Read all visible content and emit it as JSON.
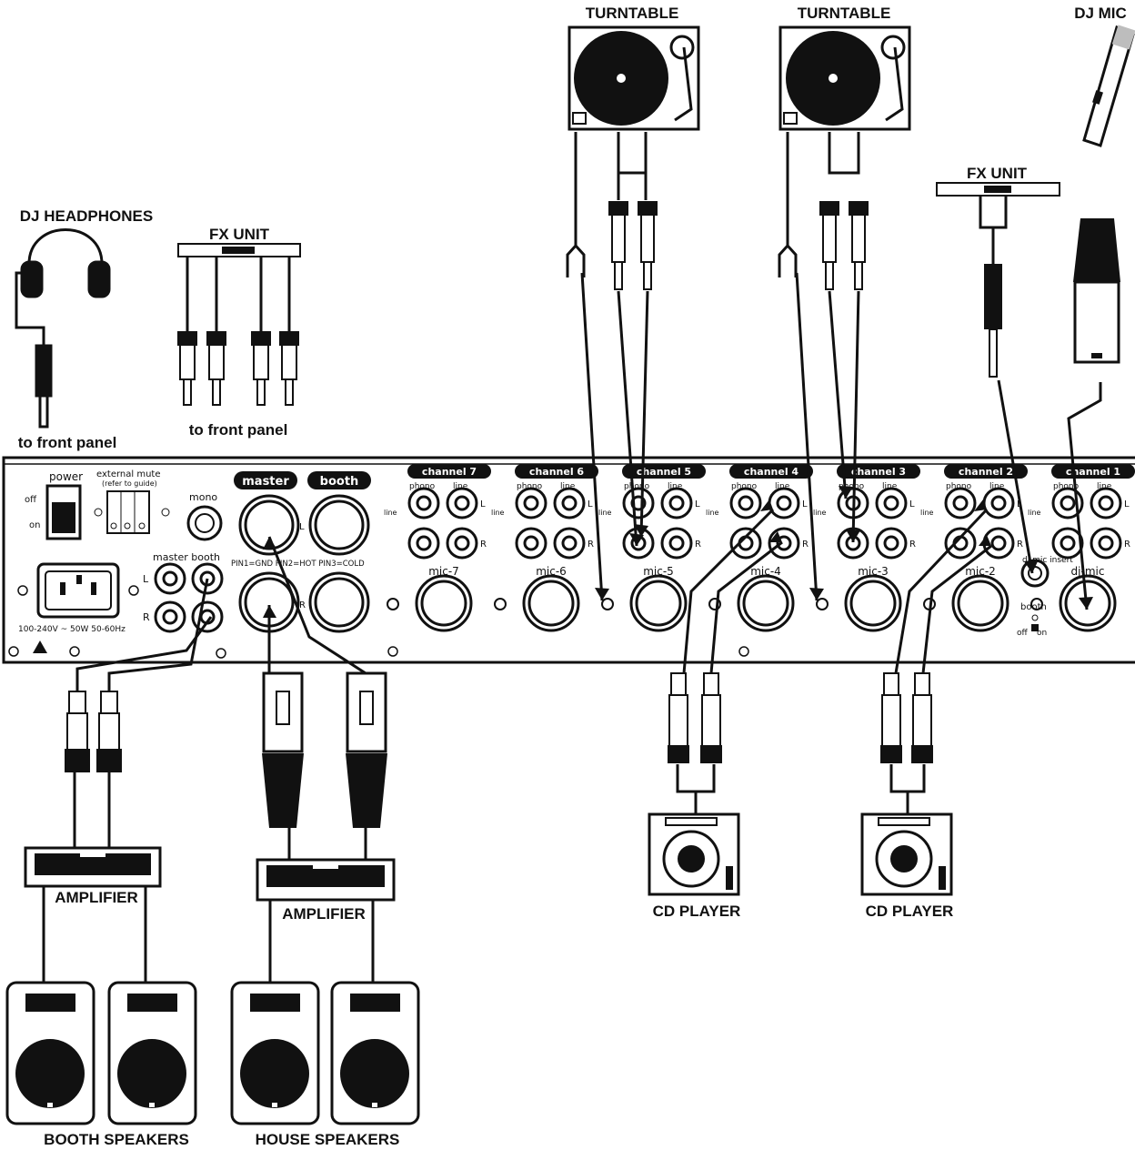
{
  "devices": {
    "turntable_left": "TURNTABLE",
    "turntable_right": "TURNTABLE",
    "dj_mic": "DJ MIC",
    "fx_unit_right": "FX UNIT",
    "dj_headphones": "DJ HEADPHONES",
    "fx_unit_left": "FX UNIT",
    "headphones_note": "to front panel",
    "fx_note": "to front panel",
    "amplifier_booth": "AMPLIFIER",
    "amplifier_house": "AMPLIFIER",
    "cd_player_left": "CD PLAYER",
    "cd_player_right": "CD PLAYER",
    "booth_speakers": "BOOTH SPEAKERS",
    "house_speakers": "HOUSE SPEAKERS"
  },
  "panel": {
    "power": "power",
    "off": "off",
    "on": "on",
    "external_mute": "external mute",
    "external_mute_sub": "(refer to guide)",
    "mono": "mono",
    "master_booth": "master  booth",
    "voltage": "100-240V ~ 50W 50-60Hz",
    "master": "master",
    "booth": "booth",
    "pin_note": "PIN1=GND PIN2=HOT PIN3=COLD",
    "L": "L",
    "R": "R",
    "phono": "phono",
    "line": "line",
    "line_sw": "line",
    "channels": [
      {
        "label": "channel 7",
        "mic": "mic-7"
      },
      {
        "label": "channel 6",
        "mic": "mic-6"
      },
      {
        "label": "channel 5",
        "mic": "mic-5"
      },
      {
        "label": "channel 4",
        "mic": "mic-4"
      },
      {
        "label": "channel 3",
        "mic": "mic-3"
      },
      {
        "label": "channel 2",
        "mic": "mic-2"
      },
      {
        "label": "channel 1",
        "mic": "dj-mic"
      }
    ],
    "dj_mic_insert": "dj mic insert",
    "booth_switch": "booth",
    "booth_off": "off",
    "booth_on": "on"
  },
  "colors": {
    "ink": "#111111",
    "paper": "#ffffff",
    "grey": "#bdbdbd"
  }
}
